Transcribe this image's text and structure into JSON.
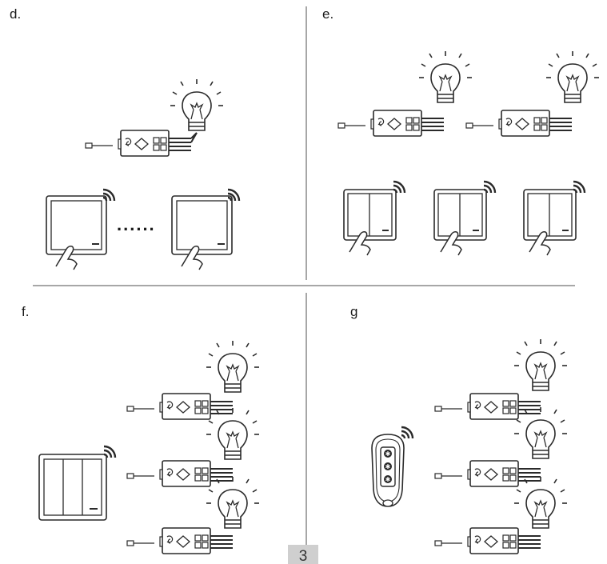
{
  "panels": {
    "d": {
      "label": "d."
    },
    "e": {
      "label": "e."
    },
    "f": {
      "label": "f."
    },
    "g": {
      "label": "g"
    }
  },
  "ellipsis": "......",
  "page_number": "3",
  "colors": {
    "stroke": "#2a2a2a",
    "divider": "#8a8a8a",
    "page_badge": "#cfcfcf"
  }
}
